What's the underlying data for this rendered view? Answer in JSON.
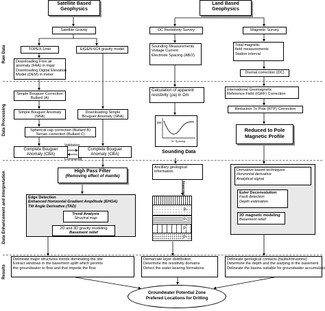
{
  "phases": [
    "Raw Data",
    "Data Processing",
    "Data Enhancement and Interpretation",
    "Results"
  ],
  "satellite": {
    "header": [
      "Satellite Based",
      "Geophysics"
    ],
    "gravity": "Satellite Gravity",
    "topex": "TOPEX-1min",
    "eigen": "EIGEN-6C4 gravity model",
    "downloading": [
      "Downloading Free air",
      "anomaly (FAA) in mgal",
      "Downloading Digital Elevation",
      "Model (DEM) in meter"
    ],
    "bouguer_correction": [
      "Simple Bouguer Correction",
      "Bullard (A)"
    ],
    "sba_left": [
      "Simple Bouguer Anomaly",
      "(SBA)"
    ],
    "sba_download": [
      "Downloading Simple",
      "Bouguer Anomaly (SBA)"
    ],
    "spherical": [
      "Spherical cap correction (Bullard B)",
      "Terrain correction (Bullard C)"
    ],
    "cba_left": [
      "Complete Bouguer",
      "Anomaly (CBA)"
    ],
    "cba_right": [
      "Complete Bouguer",
      "Anomaly (CBA)"
    ],
    "validation": "Validation",
    "comparing": "Comparing",
    "high_pass": [
      "High Pass Filter",
      "(Removing effect of mantle)"
    ],
    "edge": {
      "title": "Edge Detection",
      "items": [
        "Enhanced Horizontal Gradient Amplitude (EHGA)",
        "Tilt Angle Derivative (TAD)"
      ]
    },
    "trend": [
      "Trend Analysis",
      "Structral map"
    ],
    "modeling": [
      "2D and 3D gravity modeling",
      "Basement relief"
    ],
    "result": [
      "Delineate major structures trends dominating the site",
      "Extract windows in the basement uplift which permits",
      "the groundwater to flow and that impede the flow"
    ]
  },
  "land": {
    "header": [
      "Land Based",
      "Geophysics"
    ],
    "dc": "DC Resistivity Survey",
    "sounding": [
      "Sounding Measurements",
      "Voltage Current",
      "Electrode Spacing (AB/2)"
    ],
    "calc": [
      "Calculation of apparent",
      "resistivity (ρa) in Ωm"
    ],
    "graph_rho": "ρa",
    "graph_spacing": "\"A\" Spacing",
    "sounding_data": "Sounding Data",
    "ancillary": [
      "Ancillary geological",
      "information"
    ],
    "inversion": "Inversion",
    "layers": [
      "p₁",
      "p₂",
      "p₃",
      "p₄"
    ],
    "result": [
      "Demarcate layer distribution",
      "Determine the resistivity domains",
      "Detect the water bearing formations"
    ]
  },
  "magnetic": {
    "survey": "Magnetic Survey",
    "total": [
      "Total magnetic",
      "field measurements",
      "Station interval"
    ],
    "diurnal": "Diurnal correction (DC)",
    "igrf": [
      "International Geomagnetic",
      "Reference Field (IGRF) Correction"
    ],
    "rtp": "Reduction To Pole (RTP) Correction",
    "profile": [
      "Reduced to Pole",
      "Magnetic Profile"
    ],
    "derivative": [
      "Derivative based techniques",
      "Horizontal derivative",
      "Analytical signal"
    ],
    "euler": [
      "Euler Deconvolution",
      "Fault detection",
      "Depth estimation"
    ],
    "model2d": [
      "2D magnetic modeling",
      "Basement relief"
    ],
    "result": [
      "Delineate geological contacts (faults/intrusions)",
      "Determine the depth and the warping in the basement",
      "Delineate the basins suitable for groundwater accumulation"
    ]
  },
  "final": [
    "Groundwater Potential Zone",
    "Prefered Locations for Drilling"
  ]
}
